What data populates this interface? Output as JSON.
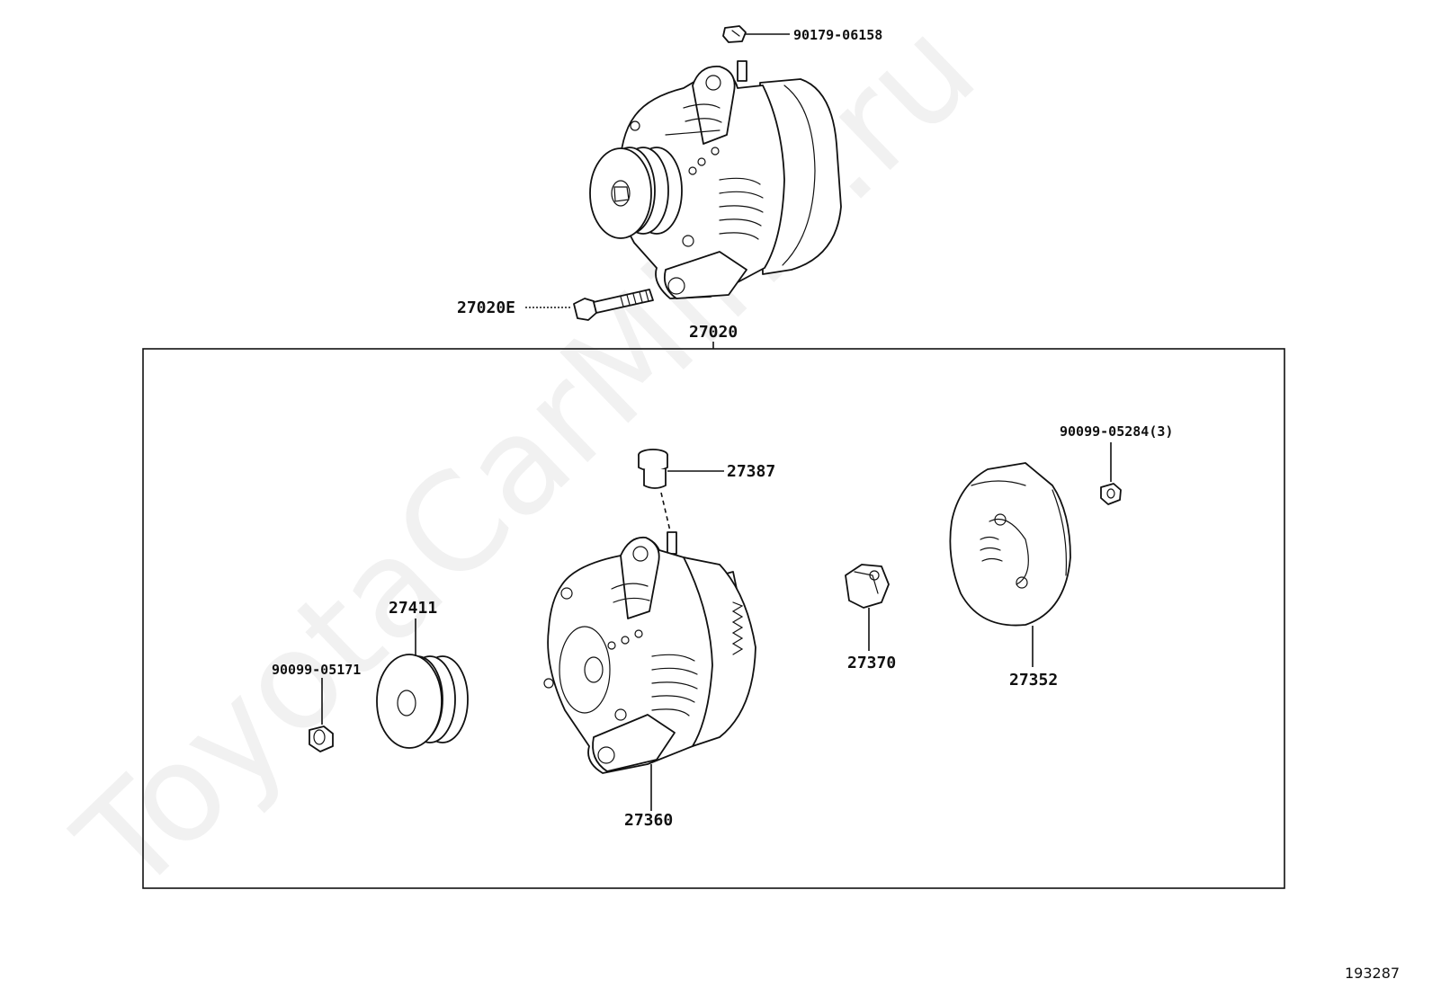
{
  "watermark": "ToyotaCarMine.ru",
  "diagram_code": "193287",
  "labels": {
    "nut_top": "90179-06158",
    "bolt": "27020E",
    "assembly": "27020",
    "terminal_insulator": "27387",
    "nut_rear": "90099-05284(3)",
    "pulley": "27411",
    "pulley_nut": "90099-05171",
    "regulator": "27370",
    "rear_cover": "27352",
    "alternator_body": "27360"
  }
}
